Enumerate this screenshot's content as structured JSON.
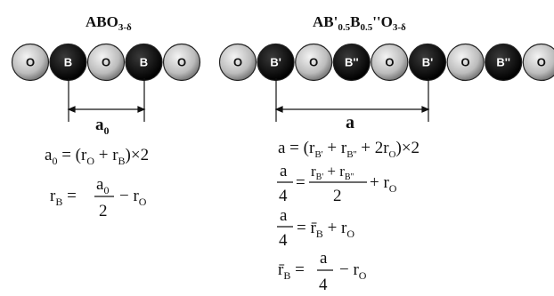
{
  "left": {
    "title": {
      "main": "ABO",
      "sub": "3-δ"
    },
    "chain": [
      "O",
      "B",
      "O",
      "B",
      "O"
    ],
    "dimension_label": {
      "main": "a",
      "sub": "0"
    },
    "eq1": {
      "lhs": "a",
      "lhs_sub": "0",
      "rhs": " = (r",
      "o_sub": "O",
      "plus": " + r",
      "b_sub": "B",
      "tail": ")×2"
    },
    "eq2": {
      "lhs": "r",
      "lhs_sub": "B",
      "equals": " =",
      "num": "a",
      "num_sub": "0",
      "den": "2",
      "tail": "− r",
      "tail_sub": "O"
    }
  },
  "right": {
    "title": {
      "a": "AB'",
      "s1": "0.5",
      "b": "B",
      "s2": "0.5",
      "c": "''O",
      "s3": "3-δ"
    },
    "chain": [
      "O",
      "B'",
      "O",
      "B''",
      "O",
      "B'",
      "O",
      "B''",
      "O"
    ],
    "dimension_label": "a",
    "eq1": {
      "text1": "a = (r",
      "s1": "B'",
      "text2": " + r",
      "s2": "B''",
      "text3": " + 2r",
      "s3": "O",
      "text4": ")×2"
    },
    "eq2": {
      "lhs_num": "a",
      "lhs_den": "4",
      "equals": "=",
      "num1": "r",
      "num1_sub": "B'",
      "plus": " + r",
      "num2_sub": "B''",
      "den": "2",
      "tail": "+ r",
      "tail_sub": "O"
    },
    "eq3": {
      "lhs_num": "a",
      "lhs_den": "4",
      "rhs": "= r̄",
      "rhs_sub": "B",
      "tail": " + r",
      "tail_sub": "O"
    },
    "eq4": {
      "lhs": "r̄",
      "lhs_sub": "B",
      "equals": " =",
      "num": "a",
      "den": "4",
      "tail": "− r",
      "tail_sub": "O"
    }
  }
}
